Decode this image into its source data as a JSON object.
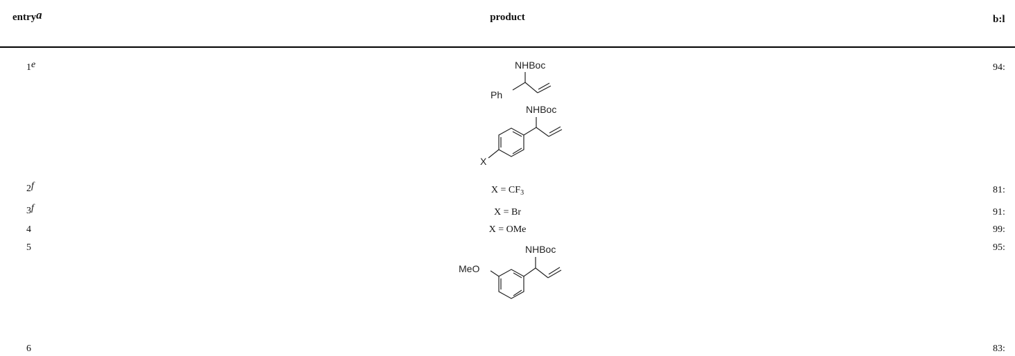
{
  "header": {
    "entry_label": "entry",
    "entry_footnote": "a",
    "product_label": "product",
    "ratio_label": "b:l"
  },
  "rows": [
    {
      "entry": "1",
      "footnote": "e",
      "ratio": "94:"
    },
    {
      "entry": "2",
      "footnote": "f",
      "product": "X = CF",
      "product_sub": "3",
      "ratio": "81:"
    },
    {
      "entry": "3",
      "footnote": "f",
      "product": "X = Br",
      "ratio": "91:"
    },
    {
      "entry": "4",
      "footnote": "",
      "product": "X = OMe",
      "ratio": "99:"
    },
    {
      "entry": "5",
      "footnote": "",
      "ratio": "95:"
    },
    {
      "entry": "6",
      "footnote": "",
      "ratio": "83:"
    }
  ],
  "structures": {
    "s1": {
      "nhboc": "NHBoc",
      "ph": "Ph"
    },
    "s2": {
      "nhboc": "NHBoc",
      "x": "X"
    },
    "s3": {
      "nhboc": "NHBoc",
      "meo": "MeO"
    }
  }
}
